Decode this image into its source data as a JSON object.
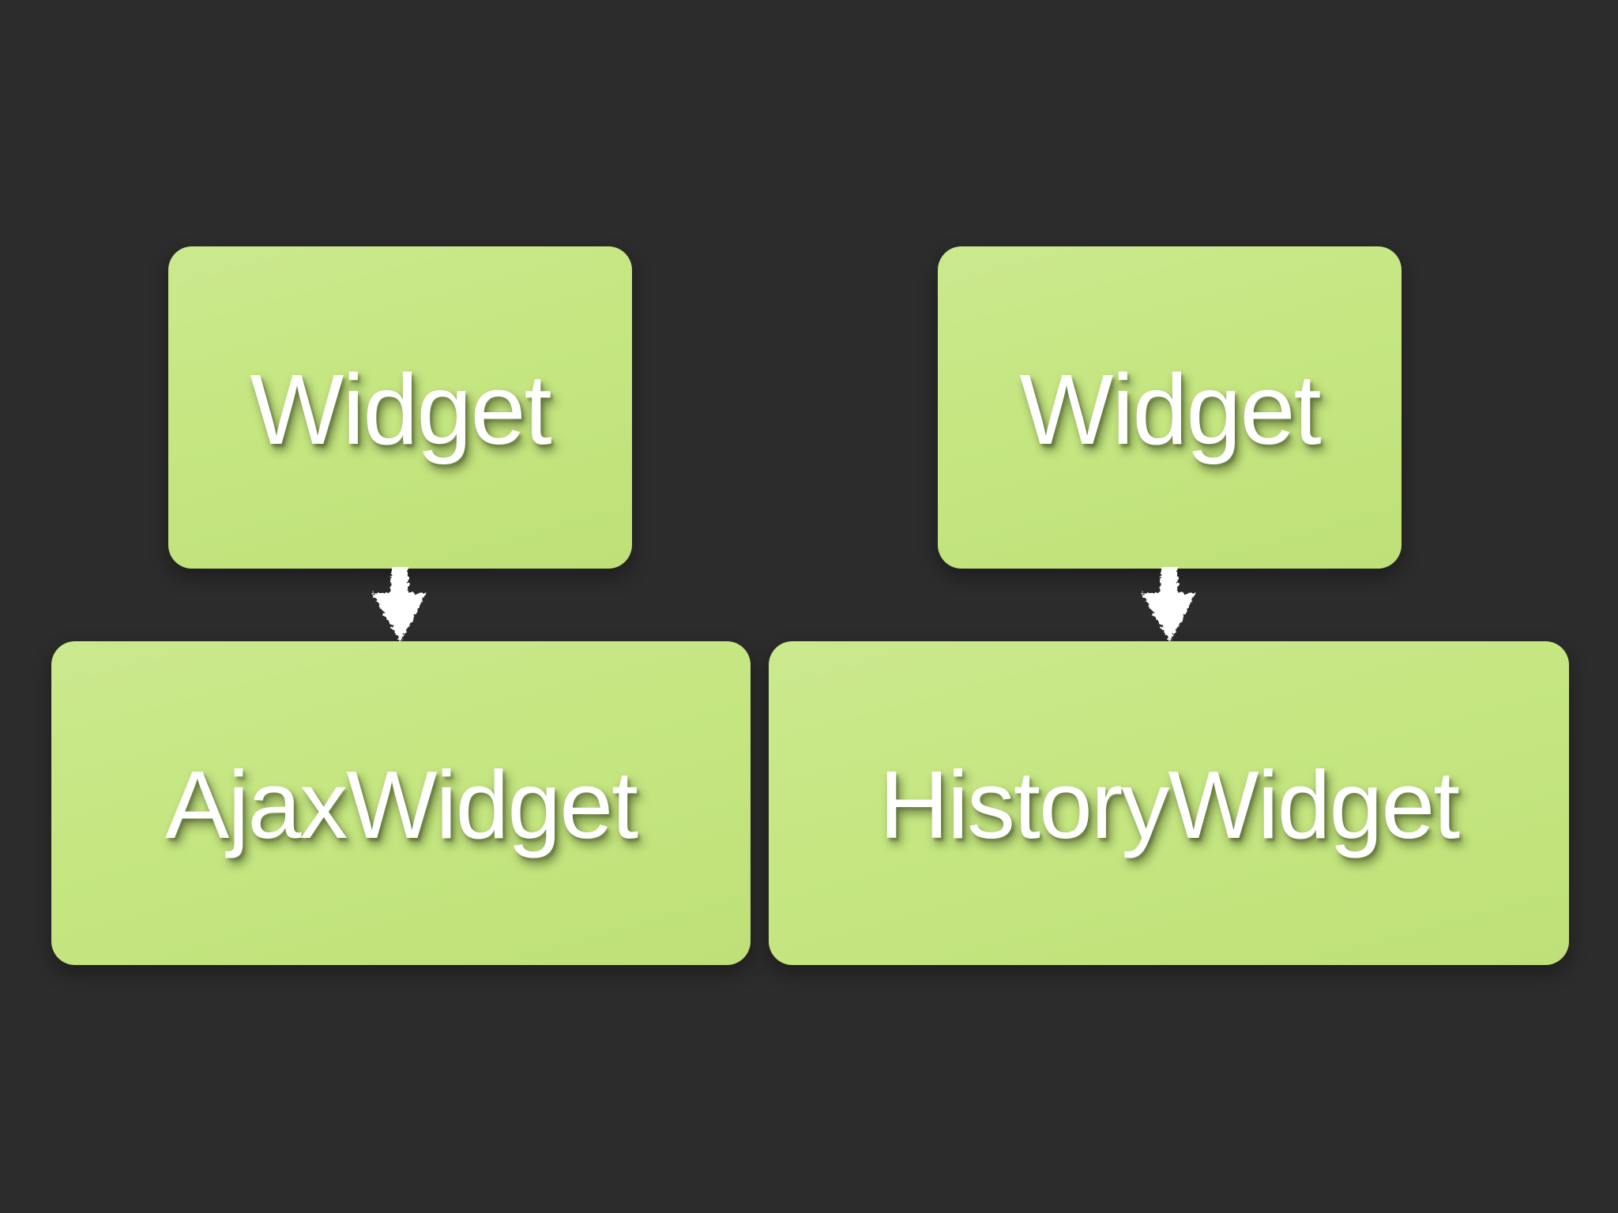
{
  "colors": {
    "background": "#2c2c2c",
    "box_fill": "#c5e681",
    "box_fill_shade": "#bfe078",
    "label_text": "#ffffff",
    "arrow": "#ffffff"
  },
  "icons": {
    "down_arrow": "↓"
  },
  "diagram": {
    "columns": [
      {
        "parent_label": "Widget",
        "child_label": "AjaxWidget"
      },
      {
        "parent_label": "Widget",
        "child_label": "HistoryWidget"
      }
    ]
  }
}
